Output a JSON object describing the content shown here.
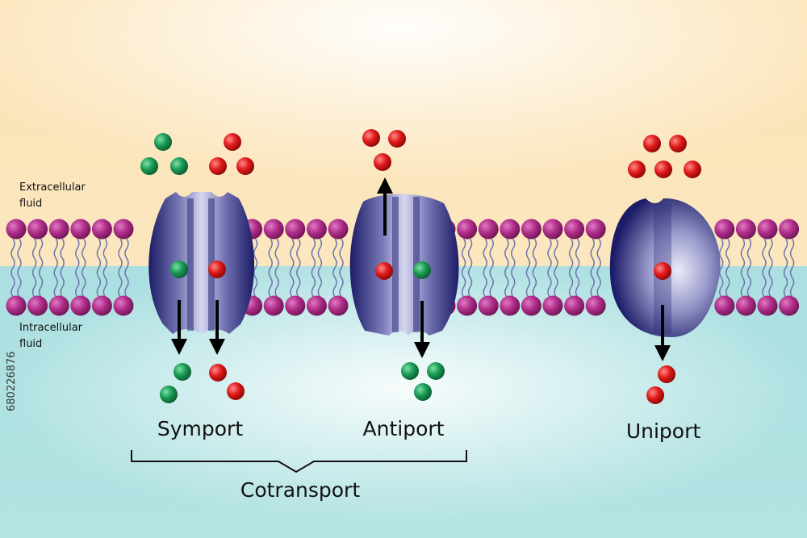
{
  "colors": {
    "extracellular_top": "#fff6e4",
    "extracellular_bottom": "#fbe3b5",
    "intracellular_top": "#ade0e2",
    "intracellular_bottom": "#d5f0ef",
    "lipid_head": "#b02e8a",
    "lipid_tail": "#6b73a8",
    "protein_dark": "#1c1b67",
    "protein_light": "#c8c9e8",
    "molecule_green": "#1a9a55",
    "molecule_red": "#e01a1a",
    "arrow": "#000000"
  },
  "labels": {
    "extracellular_line1": "Extracellular",
    "extracellular_line2": "fluid",
    "intracellular_line1": "Intracellular",
    "intracellular_line2": "fluid",
    "symport": "Symport",
    "antiport": "Antiport",
    "uniport": "Uniport",
    "cotransport": "Cotransport",
    "side_id": "680226876"
  },
  "transporters": [
    {
      "name": "Symport",
      "channels": 2,
      "arrows": [
        "down",
        "down"
      ]
    },
    {
      "name": "Antiport",
      "channels": 2,
      "arrows": [
        "up",
        "down"
      ]
    },
    {
      "name": "Uniport",
      "channels": 1,
      "arrows": [
        "down"
      ]
    }
  ],
  "icons": [
    "phospholipid-head-icon",
    "carrier-protein-icon",
    "molecule-icon",
    "arrow-icon"
  ]
}
